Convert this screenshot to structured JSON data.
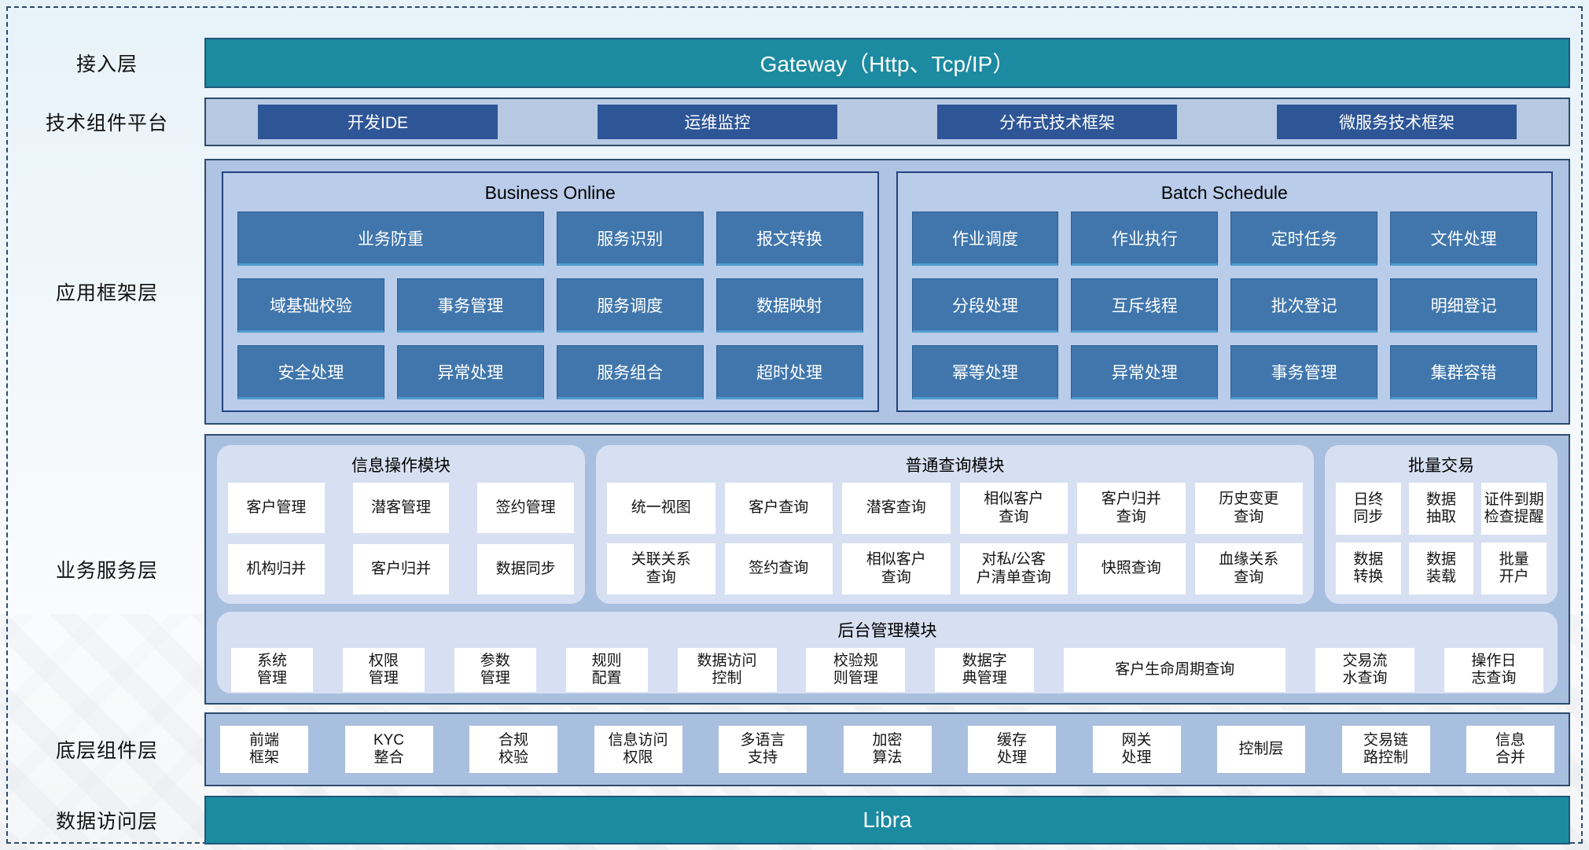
{
  "colors": {
    "teal": "#1C8AA0",
    "navy_button": "#2E5596",
    "steel_button": "#4076AC",
    "steel_button_edge": "#4E9CD0",
    "panel_border": "#24447E",
    "container_border": "#2E4B6E",
    "container_bg": "#A9BFDF",
    "app_container_bg": "#AFC4E3",
    "panel_bg": "#B9CCE9",
    "tech_row_bg": "#B7C9E2",
    "light_panel_bg": "#D7E0F2",
    "card_bg": "#FFFFFF",
    "text_dark": "#111111",
    "text_white": "#FFFFFF"
  },
  "layers": {
    "access": {
      "label": "接入层",
      "gateway": "Gateway（Http、Tcp/IP）"
    },
    "tech_platform": {
      "label": "技术组件平台",
      "items": [
        "开发IDE",
        "运维监控",
        "分布式技术框架",
        "微服务技术框架"
      ]
    },
    "app_framework": {
      "label": "应用框架层",
      "business_online": {
        "title": "Business Online",
        "rows": [
          [
            "业务防重",
            "服务识别",
            "报文转换"
          ],
          [
            "域基础校验",
            "事务管理",
            "服务调度",
            "数据映射"
          ],
          [
            "安全处理",
            "异常处理",
            "服务组合",
            "超时处理"
          ]
        ]
      },
      "batch_schedule": {
        "title": "Batch Schedule",
        "rows": [
          [
            "作业调度",
            "作业执行",
            "定时任务",
            "文件处理"
          ],
          [
            "分段处理",
            "互斥线程",
            "批次登记",
            "明细登记"
          ],
          [
            "幂等处理",
            "异常处理",
            "事务管理",
            "集群容错"
          ]
        ]
      }
    },
    "business_service": {
      "label": "业务服务层",
      "info_module": {
        "title": "信息操作模块",
        "items": [
          "客户管理",
          "潜客管理",
          "签约管理",
          "机构归并",
          "客户归并",
          "数据同步"
        ]
      },
      "query_module": {
        "title": "普通查询模块",
        "items": [
          "统一视图",
          "客户查询",
          "潜客查询",
          "相似客户\n查询",
          "客户归并\n查询",
          "历史变更\n查询",
          "关联关系\n查询",
          "签约查询",
          "相似客户\n查询",
          "对私/公客\n户清单查询",
          "快照查询",
          "血缘关系\n查询"
        ]
      },
      "batch_trade": {
        "title": "批量交易",
        "items": [
          "日终\n同步",
          "数据\n抽取",
          "证件到期\n检查提醒",
          "数据\n转换",
          "数据\n装载",
          "批量\n开户"
        ]
      },
      "admin_module": {
        "title": "后台管理模块",
        "items": [
          "系统\n管理",
          "权限\n管理",
          "参数\n管理",
          "规则\n配置",
          "数据访问\n控制",
          "校验规\n则管理",
          "数据字\n典管理",
          "客户生命周期查询",
          "交易流\n水查询",
          "操作日\n志查询"
        ]
      }
    },
    "base_components": {
      "label": "底层组件层",
      "items": [
        "前端\n框架",
        "KYC\n整合",
        "合规\n校验",
        "信息访问\n权限",
        "多语言\n支持",
        "加密\n算法",
        "缓存\n处理",
        "网关\n处理",
        "控制层",
        "交易链\n路控制",
        "信息\n合并"
      ]
    },
    "data_access": {
      "label": "数据访问层",
      "bar": "Libra"
    }
  }
}
